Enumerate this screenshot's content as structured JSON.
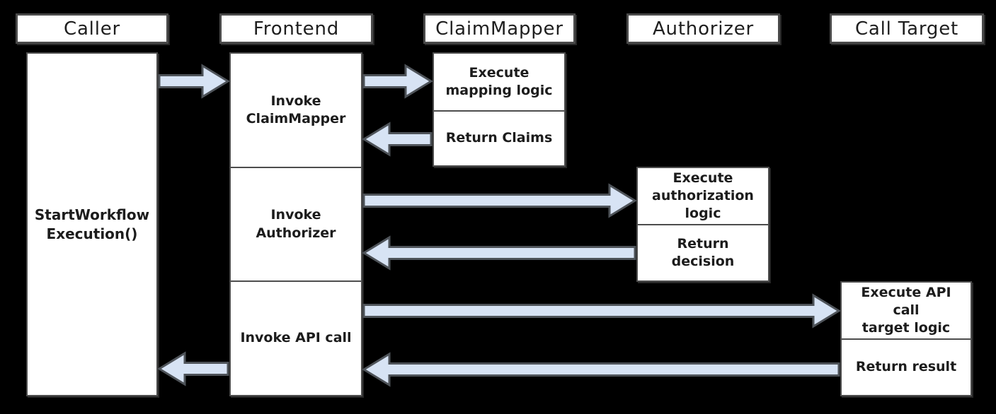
{
  "diagram_type": "sequence-diagram",
  "colors": {
    "background": "#000000",
    "box_fill": "#ffffff",
    "box_border": "#4d4d4d",
    "arrow_fill": "#d7e3f4",
    "arrow_stroke": "#4e5359",
    "text": "#1c1c1c"
  },
  "actors": [
    {
      "label": "Caller"
    },
    {
      "label": "Frontend"
    },
    {
      "label": "ClaimMapper"
    },
    {
      "label": "Authorizer"
    },
    {
      "label": "Call Target"
    }
  ],
  "lifelines": [
    {
      "actor": "Caller",
      "steps": [
        "StartWorkflow\nExecution()"
      ]
    },
    {
      "actor": "Frontend",
      "steps": [
        "Invoke\nClaimMapper",
        "Invoke\nAuthorizer",
        "Invoke API call"
      ]
    },
    {
      "actor": "ClaimMapper",
      "steps": [
        "Execute\nmapping logic",
        "Return Claims"
      ]
    },
    {
      "actor": "Authorizer",
      "steps": [
        "Execute\nauthorization\nlogic",
        "Return decision"
      ]
    },
    {
      "actor": "Call Target",
      "steps": [
        "Execute API call\ntarget logic",
        "Return result"
      ]
    }
  ],
  "arrows": [
    {
      "from": "Caller",
      "to": "Frontend"
    },
    {
      "from": "Frontend",
      "to": "ClaimMapper"
    },
    {
      "from": "ClaimMapper",
      "to": "Frontend"
    },
    {
      "from": "Frontend",
      "to": "Authorizer"
    },
    {
      "from": "Authorizer",
      "to": "Frontend"
    },
    {
      "from": "Frontend",
      "to": "Call Target"
    },
    {
      "from": "Call Target",
      "to": "Frontend"
    },
    {
      "from": "Frontend",
      "to": "Caller"
    }
  ]
}
